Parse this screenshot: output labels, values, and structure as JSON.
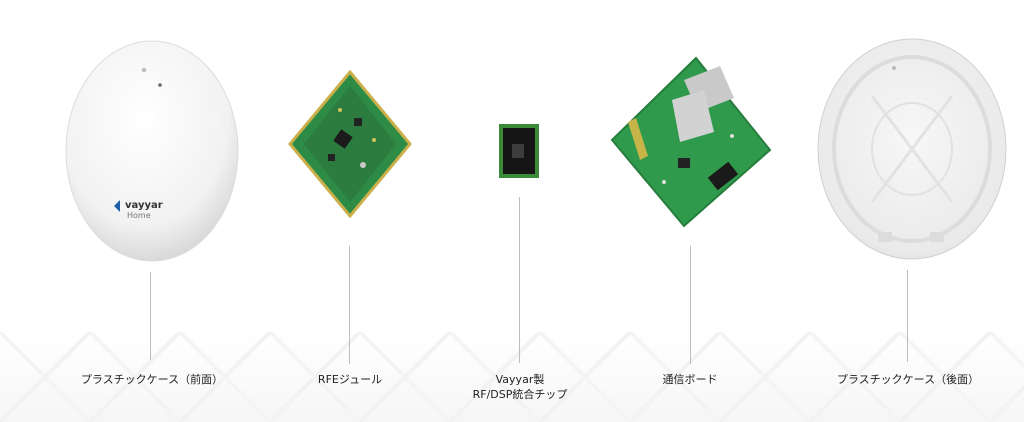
{
  "components": [
    {
      "id": "front-case",
      "caption": "プラスチックケース（前面）",
      "logo_text": "vayyar",
      "logo_sub": "Home"
    },
    {
      "id": "rfe-module",
      "caption": "RFEジュール"
    },
    {
      "id": "chip",
      "caption_line1": "Vayyar製",
      "caption_line2": "RF/DSP統合チップ"
    },
    {
      "id": "comm-board",
      "caption": "通信ボード"
    },
    {
      "id": "back-case",
      "caption": "プラスチックケース（後面）"
    }
  ],
  "colors": {
    "accent": "#1e5fa8",
    "pcb_green": "#2e8b45",
    "line": "#bdbdbd"
  }
}
